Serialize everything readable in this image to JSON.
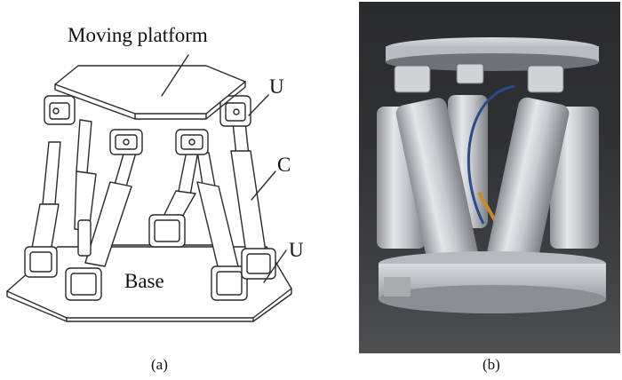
{
  "figure": {
    "panel_a": {
      "caption": "(a)",
      "type": "line drawing",
      "labels": {
        "moving_platform": "Moving platform",
        "upper_joint": "U",
        "cylinder": "C",
        "lower_joint": "U",
        "base": "Base"
      }
    },
    "panel_b": {
      "caption": "(b)",
      "type": "photograph",
      "subject": "hexapod stewart platform prototype"
    }
  },
  "colors": {
    "line": "#2a2a2a",
    "photo_bg": "#2e2f32",
    "metal": "#c9ccd0",
    "cable": "#2a4a8a",
    "ribbon": "#c98a2a"
  }
}
